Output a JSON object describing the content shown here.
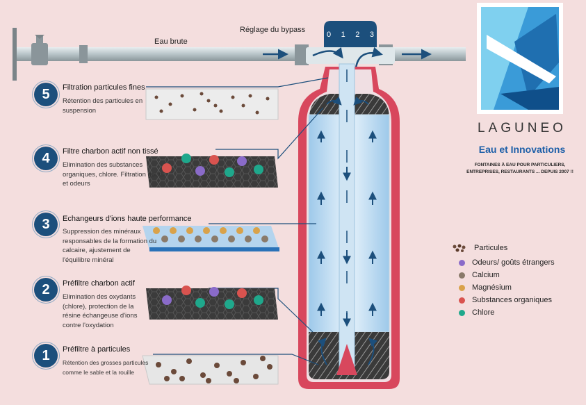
{
  "pipe": {
    "inlet_label": "Eau brute",
    "bypass_label": "Réglage du bypass",
    "bypass_positions": [
      "0",
      "1",
      "2",
      "3"
    ]
  },
  "stages": [
    {
      "number": "5",
      "title": "Filtration particules fines",
      "description": "Rétention des particules en suspension"
    },
    {
      "number": "4",
      "title": "Filtre charbon actif non tissé",
      "description": "Elimination des substances organiques, chlore. Filtration goûts et odeurs"
    },
    {
      "number": "3",
      "title": "Echangeurs d'ions haute performance",
      "description": "Suppression des minéraux responsables de la formation du calcaire, ajustement de l'équilibre minéral"
    },
    {
      "number": "2",
      "title": "Préfiltre charbon actif",
      "description": "Elimination des oxydants (chlore), protection de la résine échangeuse d'ions contre l'oxydation"
    },
    {
      "number": "1",
      "title": "Préfiltre à particules",
      "description": "Rétention des grosses particules comme le sable et la rouille"
    }
  ],
  "brand": {
    "name": "LAGUNEO",
    "tagline": "Eau et Innovations",
    "subline_1": "FONTAINES À EAU POUR PARTICULIERS,",
    "subline_2": "ENTREPRISES, RESTAURANTS ... DEPUIS 2007 !!",
    "accent": "#1d5fa8"
  },
  "legend": [
    {
      "label": "Particules",
      "color": "#6b4a3a",
      "icon": "particles-icon"
    },
    {
      "label": "Odeurs/ goûts étrangers",
      "color": "#8a6bc9"
    },
    {
      "label": "Calcium",
      "color": "#8a7a6a"
    },
    {
      "label": "Magnésium",
      "color": "#d9a24a"
    },
    {
      "label": "Substances organiques",
      "color": "#d9534f"
    },
    {
      "label": "Chlore",
      "color": "#1fa88c"
    }
  ]
}
